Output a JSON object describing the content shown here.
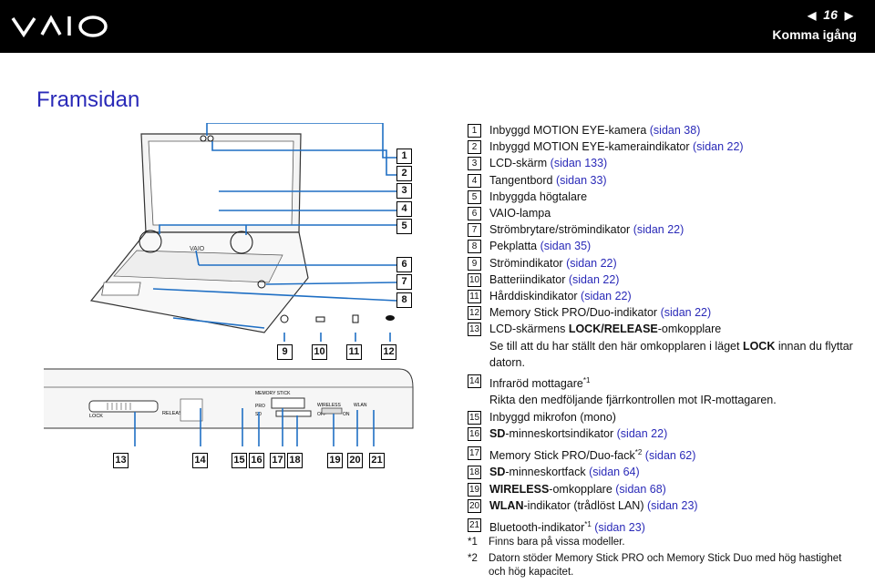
{
  "header": {
    "logo_text": "VAIO",
    "page_number": "16",
    "section": "Komma igång",
    "nav_prev_icon": "triangle-left-icon",
    "nav_next_icon": "triangle-right-icon"
  },
  "page_title": "Framsidan",
  "items": [
    {
      "num": "1",
      "text": "Inbyggd MOTION EYE-kamera ",
      "link": "(sidan 38)"
    },
    {
      "num": "2",
      "text": "Inbyggd MOTION EYE-kameraindikator ",
      "link": "(sidan 22)"
    },
    {
      "num": "3",
      "text": "LCD-skärm ",
      "link": "(sidan 133)"
    },
    {
      "num": "4",
      "text": "Tangentbord ",
      "link": "(sidan 33)"
    },
    {
      "num": "5",
      "text": "Inbyggda högtalare",
      "link": ""
    },
    {
      "num": "6",
      "text": "VAIO-lampa",
      "link": ""
    },
    {
      "num": "7",
      "text": "Strömbrytare/strömindikator ",
      "link": "(sidan 22)"
    },
    {
      "num": "8",
      "text": "Pekplatta ",
      "link": "(sidan 35)"
    },
    {
      "num": "9",
      "text": "Strömindikator ",
      "link": "(sidan 22)"
    },
    {
      "num": "10",
      "text": "Batteriindikator ",
      "link": "(sidan 22)"
    },
    {
      "num": "11",
      "text": "Hårddiskindikator ",
      "link": "(sidan 22)"
    },
    {
      "num": "12",
      "text": "Memory Stick PRO/Duo-indikator ",
      "link": "(sidan 22)"
    },
    {
      "num": "13",
      "pre": "LCD-skärmens ",
      "bold": "LOCK/RELEASE",
      "post": "-omkopplare",
      "note1": "Se till att du har ställt den här omkopplaren i läget ",
      "note_bold": "LOCK",
      "note2": " innan du flyttar datorn."
    },
    {
      "num": "14",
      "text": "Infraröd mottagare",
      "sup": "*1",
      "note": "Rikta den medföljande fjärrkontrollen mot IR-mottagaren."
    },
    {
      "num": "15",
      "text": "Inbyggd mikrofon (mono)",
      "link": ""
    },
    {
      "num": "16",
      "bold": "SD",
      "post": "-minneskortsindikator ",
      "link": "(sidan 22)"
    },
    {
      "num": "17",
      "text": "Memory Stick PRO/Duo-fack",
      "sup": "*2",
      "link": " (sidan 62)"
    },
    {
      "num": "18",
      "bold": "SD",
      "post": "-minneskortfack ",
      "link": "(sidan 64)"
    },
    {
      "num": "19",
      "bold": "WIRELESS",
      "post": "-omkopplare ",
      "link": "(sidan 68)"
    },
    {
      "num": "20",
      "bold": "WLAN",
      "post": "-indikator (trådlöst LAN) ",
      "link": "(sidan 23)"
    },
    {
      "num": "21",
      "text": "Bluetooth-indikator",
      "sup": "*1",
      "link": " (sidan 23)"
    }
  ],
  "footnotes": [
    {
      "mark": "*1",
      "text": "Finns bara på vissa modeller."
    },
    {
      "mark": "*2",
      "text": "Datorn stöder Memory Stick PRO och Memory Stick Duo med hög hastighet och hög kapacitet."
    }
  ],
  "figure_labels": {
    "top": [
      "1",
      "2",
      "3",
      "4",
      "5",
      "6",
      "7",
      "8"
    ],
    "indicators": [
      "9",
      "10",
      "11",
      "12"
    ],
    "bottom": [
      "13",
      "14",
      "15",
      "16",
      "17",
      "18",
      "19",
      "20",
      "21"
    ],
    "lock": "LOCK",
    "release": "RELEASE",
    "memory_stick": "MEMORY STICK",
    "pro": "PRO",
    "sd": "SD",
    "wireless": "WIRELESS",
    "off": "OFF",
    "on": "ON",
    "wlan": "WLAN",
    "vaio_small": "VAIO"
  }
}
